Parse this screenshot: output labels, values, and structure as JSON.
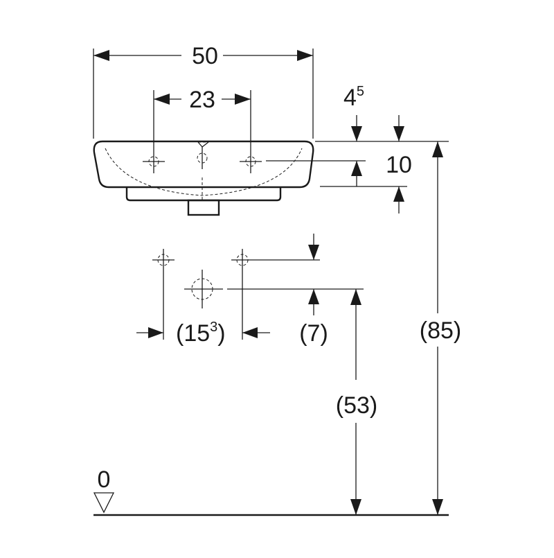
{
  "dimensions": {
    "width": "50",
    "tap_spacing": "23",
    "rim_thickness_base": "4",
    "rim_thickness_sup": "5",
    "basin_depth": "10",
    "hole_spacing_base": "(15",
    "hole_spacing_sup": "3",
    "hole_spacing_close": ")",
    "hole_offset": "(7)",
    "waste_height": "(53)",
    "rim_height": "(85)",
    "floor_level": "0"
  },
  "colors": {
    "line": "#1a1a1a",
    "background": "#ffffff"
  }
}
